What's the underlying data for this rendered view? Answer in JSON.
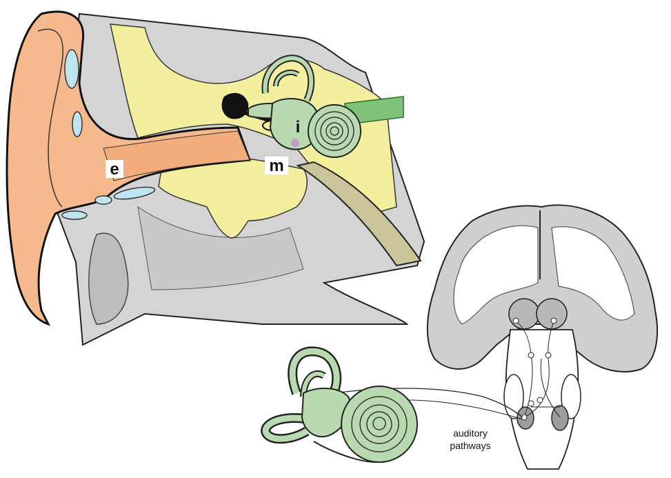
{
  "labels": {
    "external_ear": "e",
    "middle_ear": "m",
    "inner_ear": "i"
  },
  "caption": {
    "line1": "auditory",
    "line2": "pathways"
  },
  "colors": {
    "outer_ear": "#f5b98d",
    "bone": "#f4ef9e",
    "inner_ear": "#b9d9b0",
    "tissue_gray": "#d4d4d4",
    "cartilage_blue": "#bfe6f0",
    "nerve_green": "#7fc27a",
    "brain_gray": "#cfcfcf",
    "nucleus_gray": "#9c9c9c"
  }
}
